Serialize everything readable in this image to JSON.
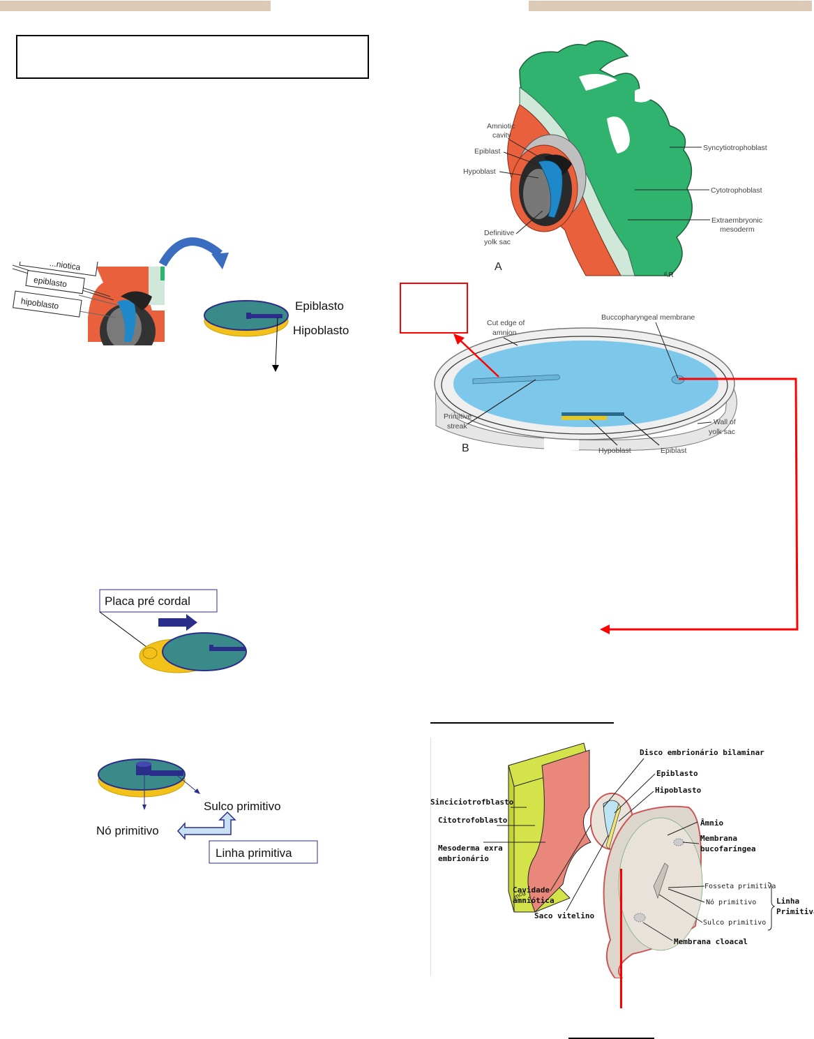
{
  "header": {
    "left_band_color": "#dccab6",
    "right_band_color": "#dccab6"
  },
  "title_box": {
    "text": ""
  },
  "left_column": {
    "fig_crop": {
      "labels": [
        "...niotica",
        "epiblasto",
        "hipoblasto"
      ]
    },
    "disc_diagram": {
      "epiblast_label": "Epiblasto",
      "hypoblast_label": "Hipoblasto"
    },
    "prechordal": {
      "label": "Placa pré cordal"
    },
    "primitive_streak": {
      "sulco_label": "Sulco primitivo",
      "no_label": "Nó primitivo",
      "linha_label": "Linha primitiva"
    }
  },
  "right_column": {
    "figure_a": {
      "letter": "A",
      "labels": {
        "amniotic_cavity_1": "Amniotic",
        "amniotic_cavity_2": "cavity",
        "epiblast": "Epiblast",
        "hypoblast": "Hypoblast",
        "definitive_yolk_sac_1": "Definitive",
        "definitive_yolk_sac_2": "yolk sac",
        "syncytiotrophoblast": "Syncytiotrophoblast",
        "cytotrophoblast": "Cytotrophoblast",
        "extraembryonic_1": "Extraembryonic",
        "extraembryonic_2": "mesoderm",
        "signature": "ᵈ.R"
      }
    },
    "figure_b": {
      "letter": "B",
      "labels": {
        "cut_edge_1": "Cut edge of",
        "cut_edge_2": "amnion",
        "buccopharyngeal": "Buccopharyngeal membrane",
        "primitive_streak_1": "Primitive",
        "primitive_streak_2": "streak",
        "hypoblast": "Hypoblast",
        "epiblast": "Epiblast",
        "wall_yolk_1": "Wall of",
        "wall_yolk_2": "yolk sac"
      },
      "empty_answer_box": ""
    },
    "figure_c": {
      "labels": {
        "disco": "Disco embrionário bilaminar",
        "epiblasto": "Epiblasto",
        "hipoblasto": "Hipoblasto",
        "sinciciotrofoblasto": "Sinciciotrofblasto",
        "citotrofoblasto": "Citotrofoblasto",
        "mesoderma_1": "Mesoderma exra",
        "mesoderma_2": "embrionário",
        "amnio": "Âmnio",
        "membrana_buco_1": "Membrana",
        "membrana_buco_2": "bucofaríngea",
        "cavidade_1": "Cavidade",
        "cavidade_2": "amniótica",
        "saco_vitelino": "Saco vitelino",
        "fosseta": "Fosseta primitiva",
        "no": "Nó primitivo",
        "sulco": "Sulco primitivo",
        "linha_1": "Linha",
        "linha_2": "Primitiva",
        "membrana_cloacal": "Membrana cloacal",
        "signature": "mcg"
      }
    }
  },
  "colors": {
    "annotation_red": "#ff0000",
    "disc_teal": "#3a8a8a",
    "disc_border": "#2b2d8a",
    "yolk_yellow": "#f2c21b",
    "trophoblast_green": "#2fb36e",
    "mesoderm_orange": "#e8603c",
    "amnion_blue": "#7cc7ea"
  }
}
